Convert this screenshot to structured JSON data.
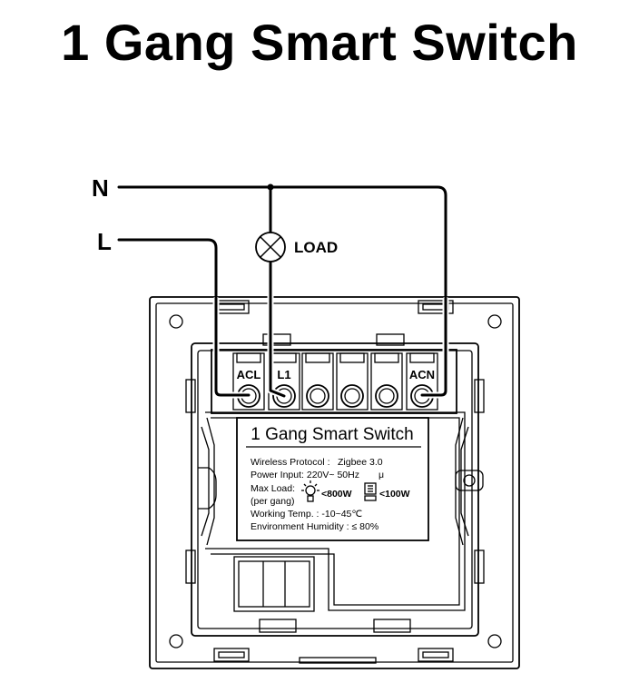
{
  "title": "1 Gang Smart Switch",
  "wires": {
    "neutral_label": "N",
    "live_label": "L",
    "load_label": "LOAD"
  },
  "terminals": [
    "ACL",
    "L1",
    "",
    "",
    "",
    "ACN"
  ],
  "label_card": {
    "title": "1 Gang Smart Switch",
    "wireless_protocol_label": "Wireless Protocol :",
    "wireless_protocol_value": "Zigbee 3.0",
    "power_input": "Power Input: 220V~ 50Hz",
    "power_mark": "μ",
    "max_load_label": "Max Load:",
    "per_gang": "(per gang)",
    "bulb_max": "<800W",
    "led_max": "<100W",
    "working_temp": "Working Temp. :  -10~45℃",
    "humidity": "Environment Humidity : ≤ 80%"
  },
  "icons": [
    "incandescent-bulb-icon",
    "led-icon",
    "lamp-load-icon",
    "mounting-hole-icon"
  ]
}
